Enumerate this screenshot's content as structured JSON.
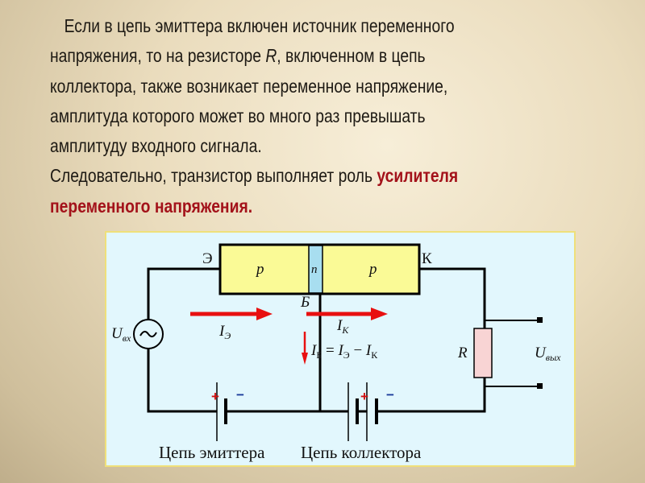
{
  "text": {
    "line1": "Если в цепь эмиттера включен источник переменного",
    "line2_a": "напряжения,  то на резисторе ",
    "line2_r": "R",
    "line2_b": ", включенном в цепь",
    "line3": "коллектора, также возникает переменное напряжение,",
    "line4": "амплитуда которого может во много раз превышать",
    "line5": "амплитуду входного сигнала.",
    "line6_a": "Следовательно, транзистор выполняет роль ",
    "line6_red": "усилителя",
    "line7_red": "переменного напряжения."
  },
  "diagram": {
    "emitter_label": "Э",
    "collector_label": "К",
    "base_label": "Б",
    "region_p1": "p",
    "region_n": "n",
    "region_p2": "p",
    "u_in": "U",
    "u_in_sub": "вх",
    "u_out": "U",
    "u_out_sub": "вых",
    "i_e": "I",
    "i_e_sub": "Э",
    "i_k": "I",
    "i_k_sub": "К",
    "formula": {
      "ib": "I",
      "ib_sub": "Б",
      "eq": " = ",
      "ie": "I",
      "ie_sub": "Э",
      "minus": " − ",
      "ik": "I",
      "ik_sub": "К"
    },
    "resistor_label": "R",
    "plus": "+",
    "minus": "−",
    "emitter_circuit_caption": "Цепь эмиттера",
    "collector_circuit_caption": "Цепь коллектора",
    "colors": {
      "p_region": "#fafa96",
      "n_region": "#a8def0",
      "resistor": "#f8d4d4",
      "arrow": "#e81010"
    }
  }
}
